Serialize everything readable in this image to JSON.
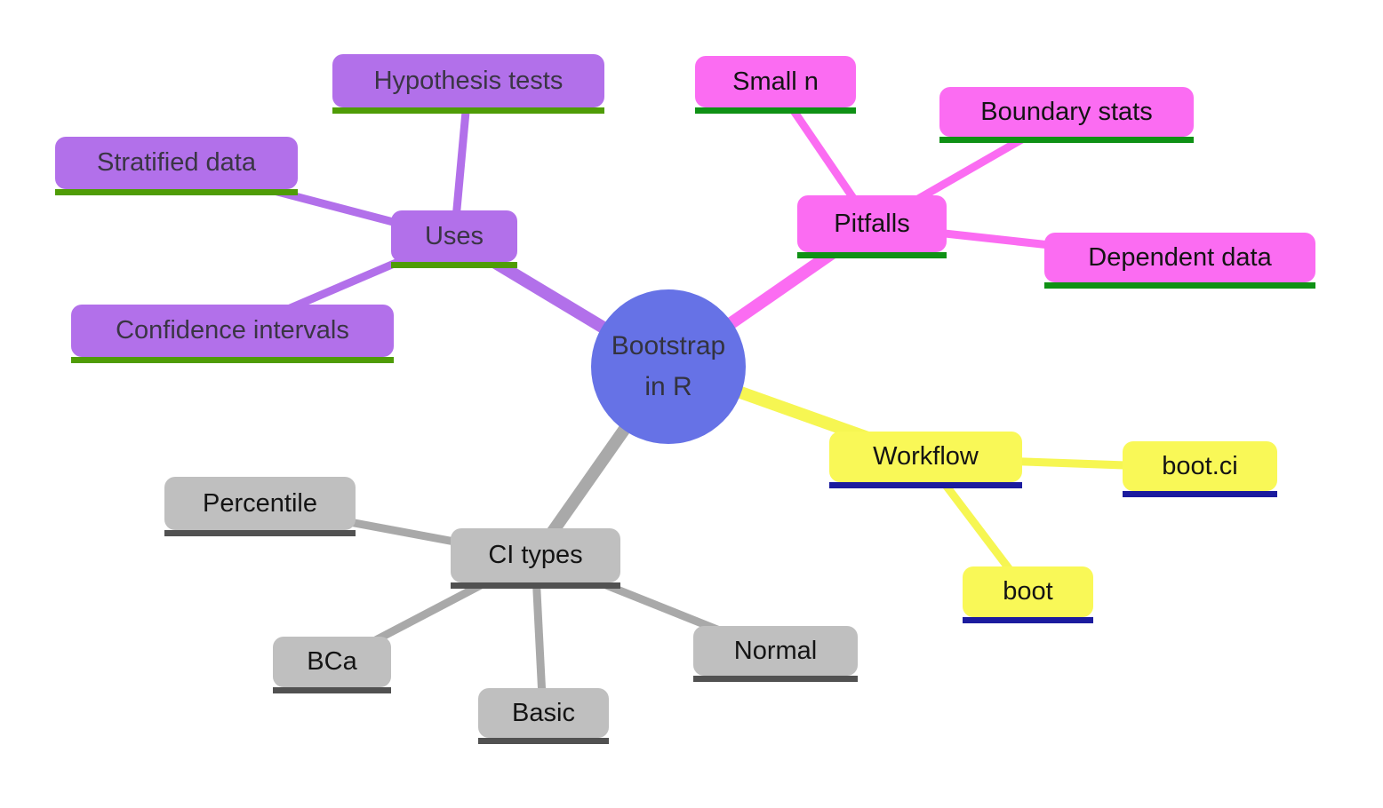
{
  "diagram": {
    "center": {
      "label_line1": "Bootstrap",
      "label_line2": "in R",
      "fill": "#6672e6"
    },
    "branches": [
      {
        "label": "Uses",
        "fill": "#b270ea",
        "underline_color": "#4f9c06",
        "children": [
          {
            "label": "Hypothesis tests"
          },
          {
            "label": "Stratified data"
          },
          {
            "label": "Confidence intervals"
          }
        ]
      },
      {
        "label": "Pitfalls",
        "fill": "#fb6cf2",
        "underline_color": "#0f9115",
        "children": [
          {
            "label": "Small n"
          },
          {
            "label": "Boundary stats"
          },
          {
            "label": "Dependent data"
          }
        ]
      },
      {
        "label": "Workflow",
        "fill": "#f9f857",
        "underline_color": "#1b1b9e",
        "children": [
          {
            "label": "boot.ci"
          },
          {
            "label": "boot"
          }
        ]
      },
      {
        "label": "CI types",
        "fill": "#bfbfbf",
        "underline_color": "#515151",
        "children": [
          {
            "label": "Percentile"
          },
          {
            "label": "BCa"
          },
          {
            "label": "Basic"
          },
          {
            "label": "Normal"
          }
        ]
      }
    ]
  }
}
